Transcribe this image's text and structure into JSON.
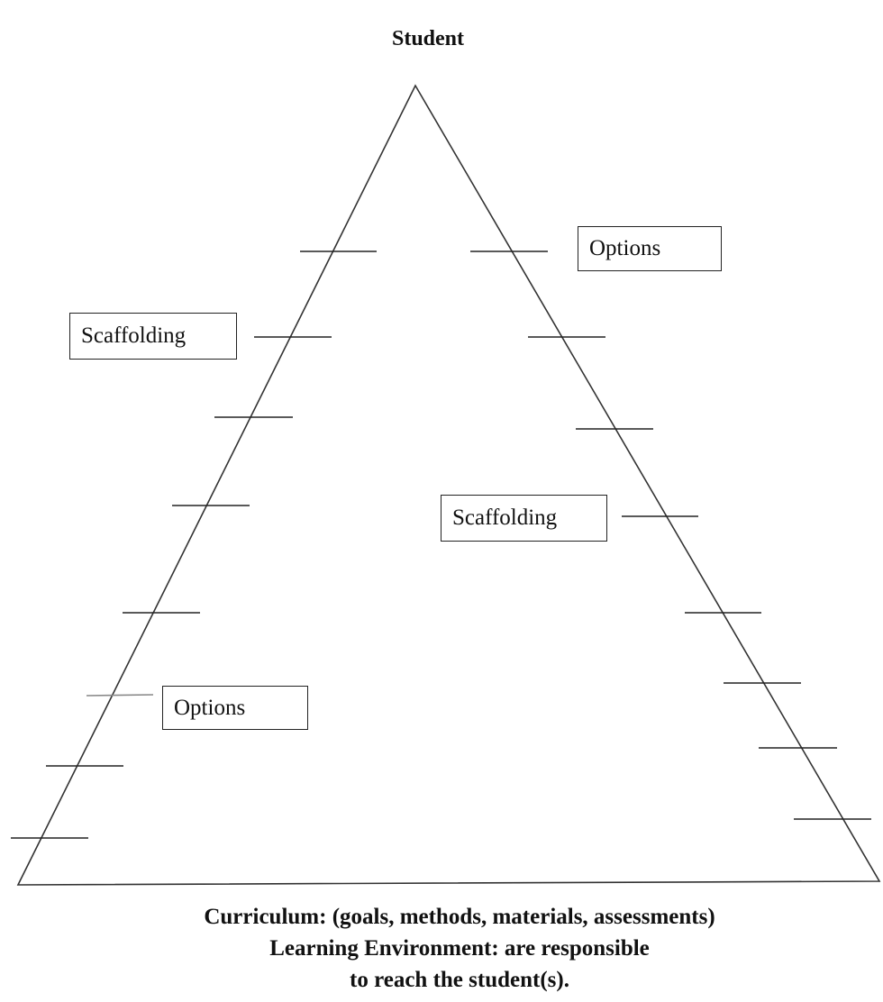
{
  "apex_label": "Student",
  "boxes": {
    "options_top_right": "Options",
    "scaffolding_left": "Scaffolding",
    "scaffolding_right": "Scaffolding",
    "options_bottom_left": "Options"
  },
  "caption": {
    "line1": "Curriculum: (goals, methods, materials, assessments)",
    "line2": "Learning Environment: are responsible",
    "line3": "to reach the student(s)."
  }
}
